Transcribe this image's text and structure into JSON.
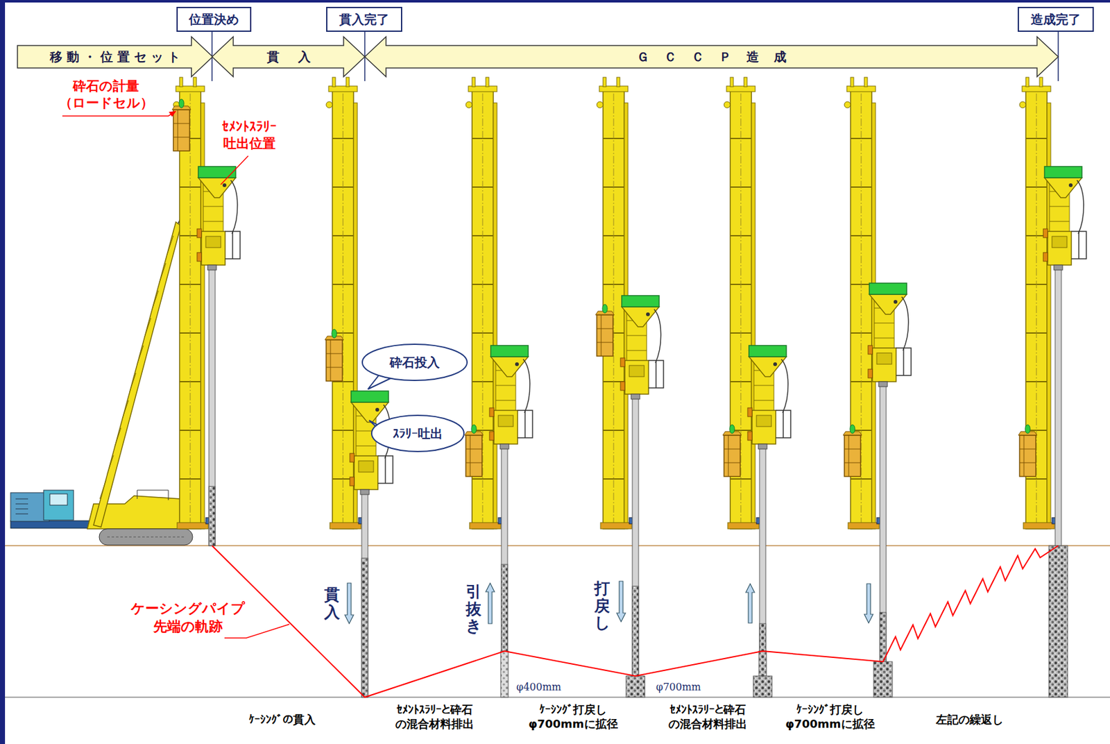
{
  "diagram": {
    "nodes": [
      {
        "text": [
          "位置決め"
        ]
      },
      {
        "text": [
          "貫入完了"
        ]
      },
      {
        "text": [
          "造成完了"
        ]
      },
      {
        "text": [
          "移動・位置セット"
        ]
      },
      {
        "text": [
          "貫入"
        ]
      },
      {
        "text": [
          "ＧＣＣＰ造成"
        ]
      },
      {
        "text": [
          "砕石投入"
        ]
      },
      {
        "text": [
          "ｽﾗﾘｰ吐出"
        ]
      }
    ],
    "labels": [
      "砕石の計量 （ロードセル）",
      "ｾﾒﾝﾄｽﾗﾘｰ 吐出位置",
      "貫入",
      "引抜き",
      "打戻し",
      "ケーシングパイプ 先端の軌跡",
      "φ400mm",
      "φ700mm",
      "ｹｰｼﾝｸﾞの貫入",
      "ｾﾒﾝﾄｽﾗﾘｰと砕石 の混合材料排出",
      "ｹｰｼﾝｸﾞ打戻し φ700mmに拡径",
      "ｾﾒﾝﾄｽﾗﾘｰと砕石 の混合材料排出",
      "ｹｰｼﾝｸﾞ打戻し φ700mmに拡径",
      "左記の繰返し"
    ]
  }
}
